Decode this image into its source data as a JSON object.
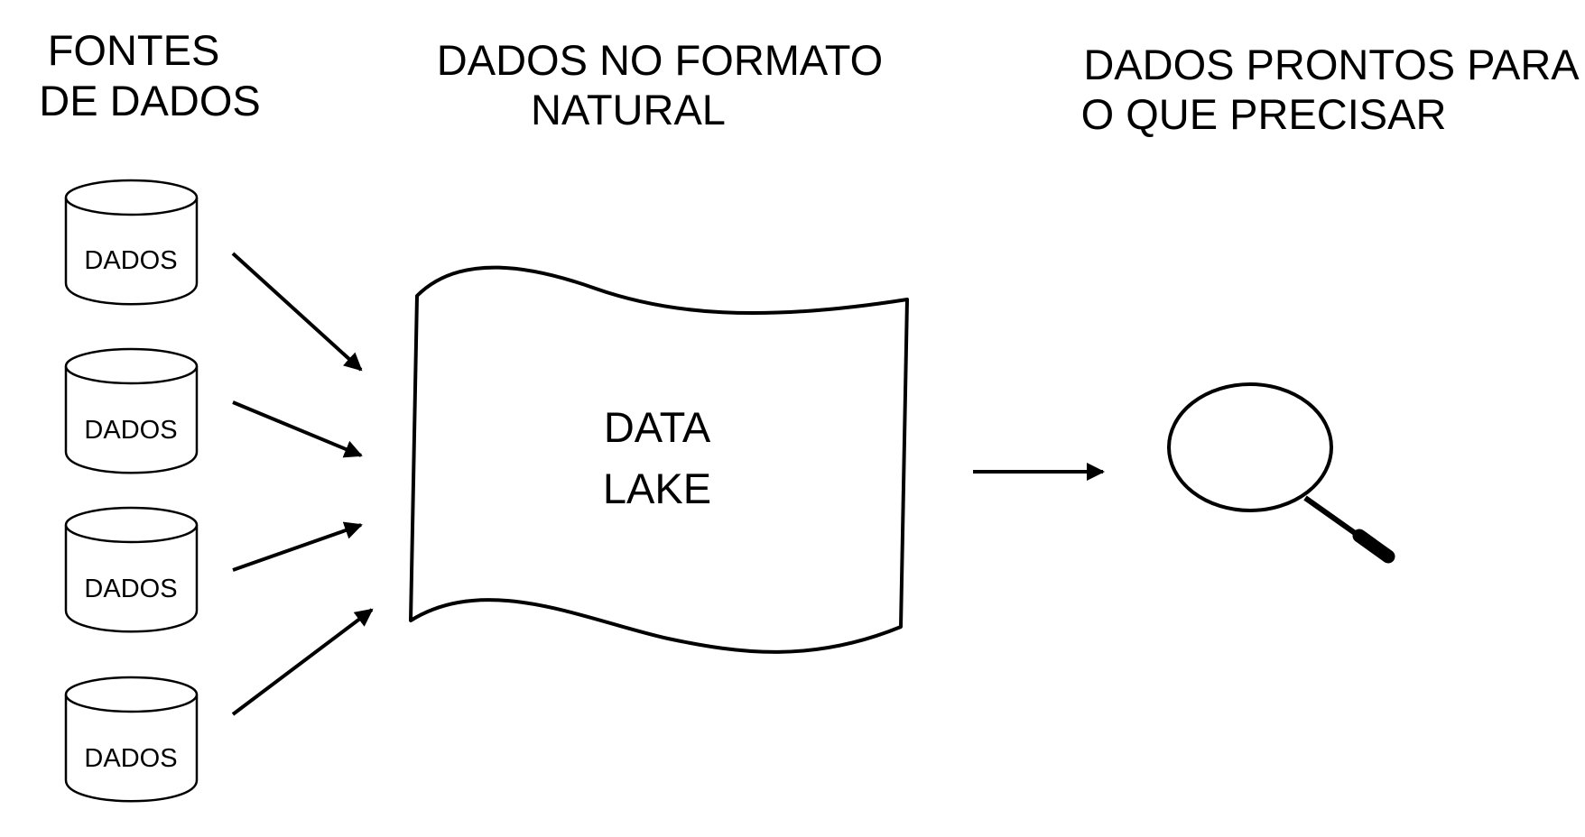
{
  "headings": {
    "sources_line1": "FONTES",
    "sources_line2": "DE DADOS",
    "natural_line1": "DADOS NO FORMATO",
    "natural_line2": "NATURAL",
    "ready_line1": "DADOS PRONTOS PARA",
    "ready_line2": "O QUE PRECISAR"
  },
  "sources": [
    {
      "label": "DADOS"
    },
    {
      "label": "DADOS"
    },
    {
      "label": "DADOS"
    },
    {
      "label": "DADOS"
    }
  ],
  "lake": {
    "line1": "DATA",
    "line2": "LAKE"
  },
  "icons": {
    "database": "database-cylinder-icon",
    "lake": "data-lake-banner-icon",
    "search": "magnifying-glass-icon"
  },
  "colors": {
    "stroke": "#000000",
    "background": "#ffffff"
  }
}
